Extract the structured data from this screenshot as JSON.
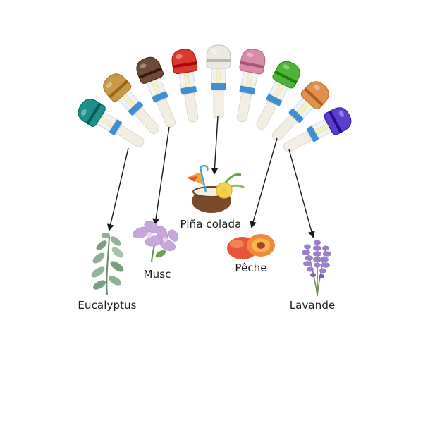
{
  "labels": {
    "eucalyptus": "Eucalyptus",
    "musc": "Musc",
    "pina_colada": "Piña colada",
    "peche": "Pêche",
    "lavande": "Lavande"
  },
  "cartridges": [
    {
      "name": "teal",
      "color": "#1f8f8c"
    },
    {
      "name": "gold",
      "color": "#c89a45"
    },
    {
      "name": "brown",
      "color": "#6e4a38"
    },
    {
      "name": "red",
      "color": "#d93a2f"
    },
    {
      "name": "white",
      "color": "#ece9e2"
    },
    {
      "name": "pink",
      "color": "#d98aa8"
    },
    {
      "name": "green",
      "color": "#4fb33a"
    },
    {
      "name": "orange",
      "color": "#e0904f"
    },
    {
      "name": "purple",
      "color": "#5b3ec9"
    }
  ],
  "colors": {
    "ring": "#3f8fd1",
    "stem": "#f2eee4",
    "arrow": "#1a1a1a"
  }
}
